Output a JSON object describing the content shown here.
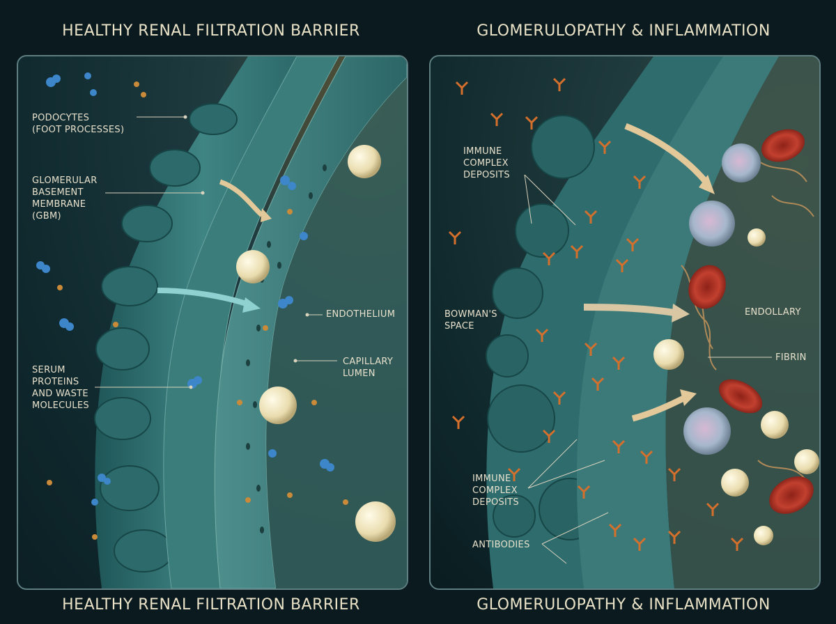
{
  "top_titles": {
    "left": "HEALTHY RENAL FILTRATION BARRIER",
    "right": "GLOMERULOPATHY & INFLAMMATION"
  },
  "bottom_titles": {
    "left": "HEALTHY RENAL FILTRATION BARRIER",
    "right": "GLOMERULOPATHY & INFLAMMATION"
  },
  "left_labels": {
    "podocytes": "PODOCYTES\n(FOOT PROCESSES)",
    "gbm": "GLOMERULAR\nBASEMENT\nMEMBRANE\n(GBM)",
    "endothelium": "ENDOTHELIUM",
    "capillary": "CAPILLARY\nLUMEN",
    "serum": "SERUM\nPROTEINS\nAND WASTE\nMOLECULES"
  },
  "right_labels": {
    "immune_top": "IMMUNE\nCOMPLEX\nDEPOSITS",
    "bowman": "BOWMAN'S\nSPACE",
    "endollary": "ENDOLLARY",
    "fibrin": "FIBRIN",
    "immune_bottom": "IMMUNE\nCOMPLEX\nDEPOSITS",
    "antibodies": "ANTIBODIES"
  },
  "colors": {
    "tissue": "#2f6f70",
    "tissue_light": "#5e9c9a",
    "protein_blue": "#3c86c9",
    "molecule_orange": "#c98a3a",
    "antibody": "#d5702c",
    "rbc": "#b23426",
    "sphere": "#efe4bf"
  }
}
